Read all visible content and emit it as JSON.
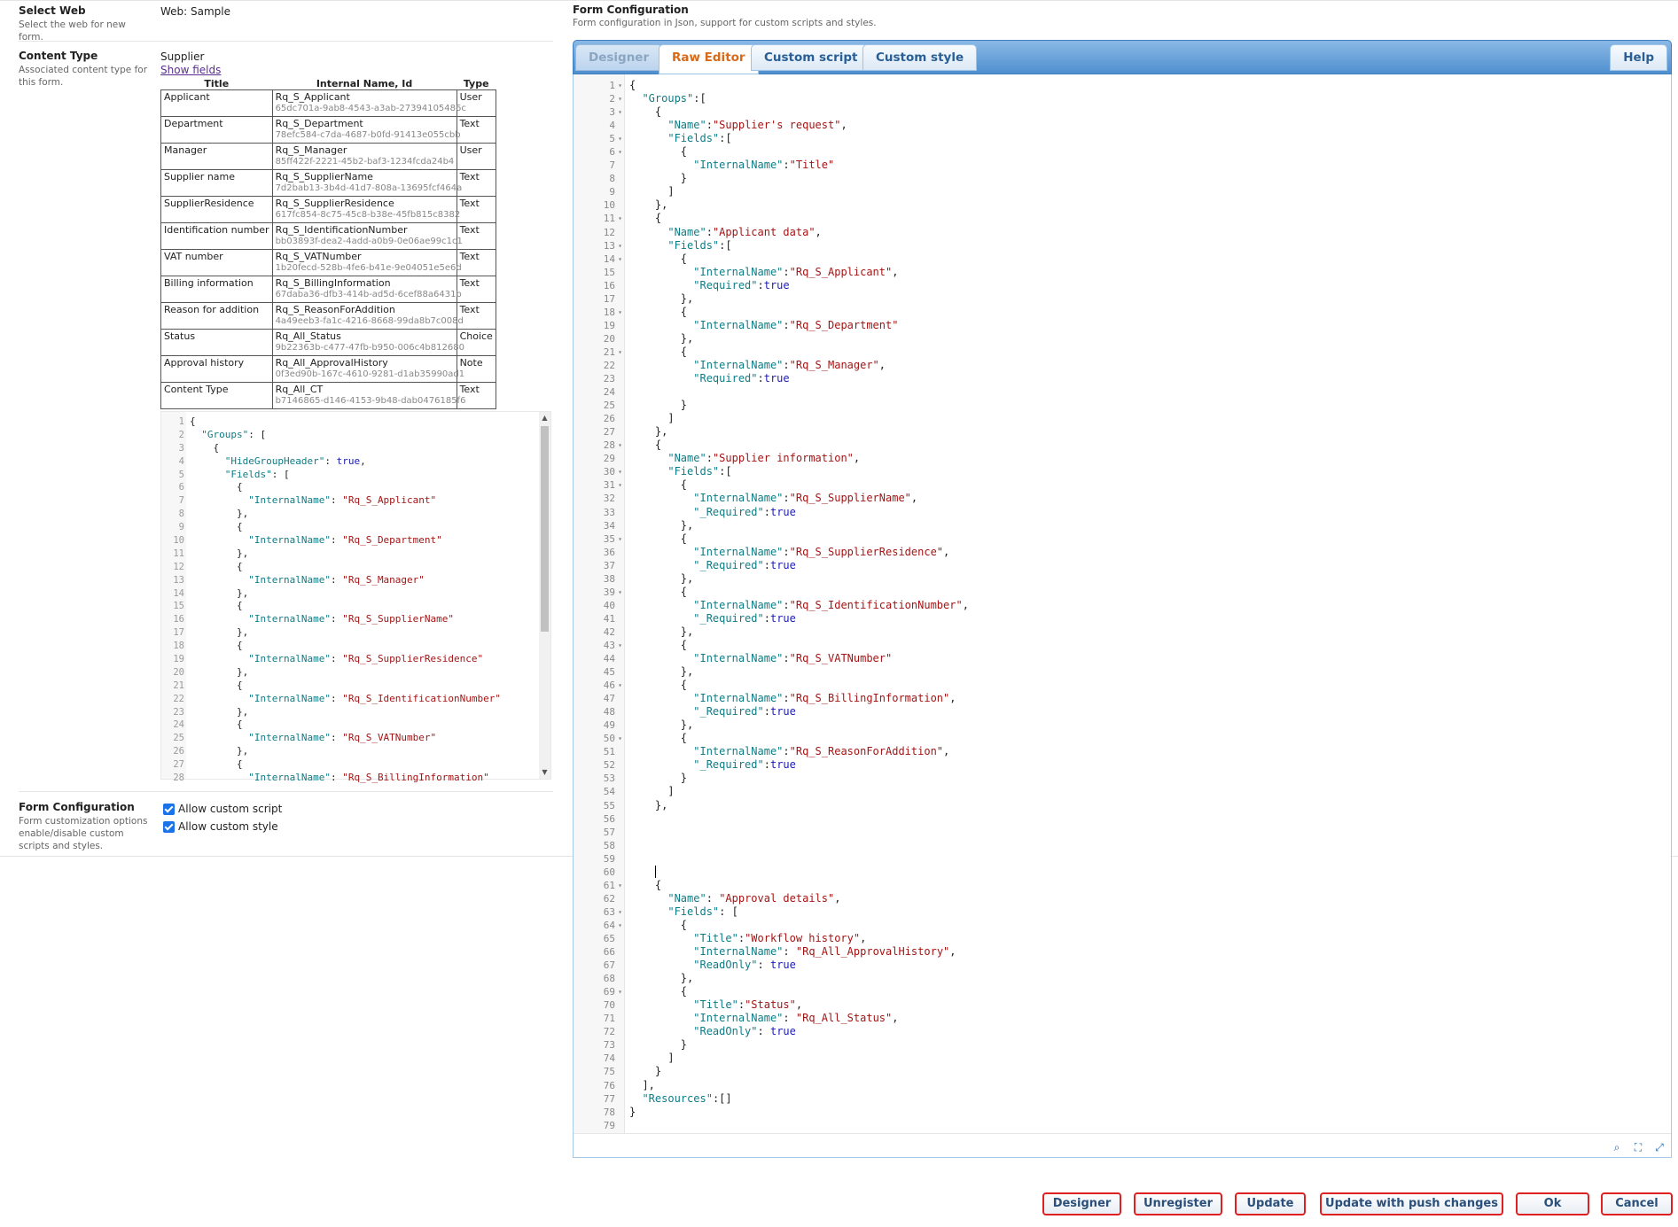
{
  "select_web": {
    "title": "Select Web",
    "description": "Select the web for new form.",
    "value": "Web: Sample"
  },
  "content_type": {
    "title": "Content Type",
    "description": "Associated content type for this form.",
    "name": "Supplier",
    "show_fields": "Show fields",
    "columns": [
      "Title",
      "Internal Name, Id",
      "Type"
    ],
    "rows": [
      {
        "title": "Applicant",
        "internal": "Rq_S_Applicant",
        "id": "65dc701a-9ab8-4543-a3ab-27394105486c",
        "type": "User"
      },
      {
        "title": "Department",
        "internal": "Rq_S_Department",
        "id": "78efc584-c7da-4687-b0fd-91413e055cbb",
        "type": "Text"
      },
      {
        "title": "Manager",
        "internal": "Rq_S_Manager",
        "id": "85ff422f-2221-45b2-baf3-1234fcda24b4",
        "type": "User"
      },
      {
        "title": "Supplier name",
        "internal": "Rq_S_SupplierName",
        "id": "7d2bab13-3b4d-41d7-808a-13695fcf464a",
        "type": "Text"
      },
      {
        "title": "SupplierResidence",
        "internal": "Rq_S_SupplierResidence",
        "id": "617fc854-8c75-45c8-b38e-45fb815c8382",
        "type": "Text"
      },
      {
        "title": "Identification number",
        "internal": "Rq_S_IdentificationNumber",
        "id": "bb03893f-dea2-4add-a0b9-0e06ae99c1c1",
        "type": "Text"
      },
      {
        "title": "VAT number",
        "internal": "Rq_S_VATNumber",
        "id": "1b20fecd-528b-4fe6-b41e-9e04051e5e6d",
        "type": "Text"
      },
      {
        "title": "Billing information",
        "internal": "Rq_S_BillingInformation",
        "id": "67daba36-dfb3-414b-ad5d-6cef88a6431b",
        "type": "Text"
      },
      {
        "title": "Reason for addition",
        "internal": "Rq_S_ReasonForAddition",
        "id": "4a49eeb3-fa1c-4216-8668-99da8b7c008d",
        "type": "Text"
      },
      {
        "title": "Status",
        "internal": "Rq_All_Status",
        "id": "9b22363b-c477-47fb-b950-006c4b812680",
        "type": "Choice"
      },
      {
        "title": "Approval history",
        "internal": "Rq_All_ApprovalHistory",
        "id": "0f3ed90b-167c-4610-9281-d1ab35990ad1",
        "type": "Note"
      },
      {
        "title": "Content Type",
        "internal": "Rq_All_CT",
        "id": "b7146865-d146-4153-9b48-dab0476185f6",
        "type": "Text"
      }
    ]
  },
  "preview_code": [
    "{",
    "  \"Groups\": [",
    "    {",
    "      \"HideGroupHeader\": true,",
    "      \"Fields\": [",
    "        {",
    "          \"InternalName\": \"Rq_S_Applicant\"",
    "        },",
    "        {",
    "          \"InternalName\": \"Rq_S_Department\"",
    "        },",
    "        {",
    "          \"InternalName\": \"Rq_S_Manager\"",
    "        },",
    "        {",
    "          \"InternalName\": \"Rq_S_SupplierName\"",
    "        },",
    "        {",
    "          \"InternalName\": \"Rq_S_SupplierResidence\"",
    "        },",
    "        {",
    "          \"InternalName\": \"Rq_S_IdentificationNumber\"",
    "        },",
    "        {",
    "          \"InternalName\": \"Rq_S_VATNumber\"",
    "        },",
    "        {",
    "          \"InternalName\": \"Rq_S_BillingInformation\""
  ],
  "form_config_left": {
    "title": "Form Configuration",
    "description": "Form customization options enable/disable custom scripts and styles.",
    "allow_script": "Allow custom script",
    "allow_style": "Allow custom style"
  },
  "form_config_right": {
    "title": "Form Configuration",
    "description": "Form configuration in Json, support for custom scripts and styles."
  },
  "tabs": {
    "designer": "Designer",
    "raw_editor": "Raw Editor",
    "custom_script": "Custom script",
    "custom_style": "Custom style",
    "help": "Help"
  },
  "editor_code": [
    "{",
    "  \"Groups\":[",
    "    {",
    "      \"Name\":\"Supplier's request\",",
    "      \"Fields\":[",
    "        {",
    "          \"InternalName\":\"Title\"",
    "        }",
    "      ]",
    "    },",
    "    {",
    "      \"Name\":\"Applicant data\",",
    "      \"Fields\":[",
    "        {",
    "          \"InternalName\":\"Rq_S_Applicant\",",
    "          \"Required\":true",
    "        },",
    "        {",
    "          \"InternalName\":\"Rq_S_Department\"",
    "        },",
    "        {",
    "          \"InternalName\":\"Rq_S_Manager\",",
    "          \"Required\":true",
    "",
    "        }",
    "      ]",
    "    },",
    "    {",
    "      \"Name\":\"Supplier information\",",
    "      \"Fields\":[",
    "        {",
    "          \"InternalName\":\"Rq_S_SupplierName\",",
    "          \"_Required\":true",
    "        },",
    "        {",
    "          \"InternalName\":\"Rq_S_SupplierResidence\",",
    "          \"_Required\":true",
    "        },",
    "        {",
    "          \"InternalName\":\"Rq_S_IdentificationNumber\",",
    "          \"_Required\":true",
    "        },",
    "        {",
    "          \"InternalName\":\"Rq_S_VATNumber\"",
    "        },",
    "        {",
    "          \"InternalName\":\"Rq_S_BillingInformation\",",
    "          \"_Required\":true",
    "        },",
    "        {",
    "          \"InternalName\":\"Rq_S_ReasonForAddition\",",
    "          \"_Required\":true",
    "        }",
    "      ]",
    "    },",
    "",
    "",
    "",
    "",
    "    |",
    "    {",
    "      \"Name\": \"Approval details\",",
    "      \"Fields\": [",
    "        {",
    "          \"Title\":\"Workflow history\",",
    "          \"InternalName\": \"Rq_All_ApprovalHistory\",",
    "          \"ReadOnly\": true",
    "        },",
    "        {",
    "          \"Title\":\"Status\",",
    "          \"InternalName\": \"Rq_All_Status\",",
    "          \"ReadOnly\": true",
    "        }",
    "      ]",
    "    }",
    "  ],",
    "  \"Resources\":[]",
    "}",
    ""
  ],
  "fold_lines": [
    1,
    2,
    3,
    5,
    6,
    11,
    13,
    14,
    18,
    21,
    28,
    30,
    31,
    35,
    39,
    43,
    46,
    50,
    61,
    63,
    64,
    69
  ],
  "buttons": {
    "designer": "Designer",
    "unregister": "Unregister",
    "update": "Update",
    "update_push": "Update with push changes",
    "ok": "Ok",
    "cancel": "Cancel"
  },
  "icons": {
    "search": "search-icon",
    "fullscreen": "fullscreen-icon",
    "expand": "expand-icon"
  },
  "colors": {
    "key": "#0e7c86",
    "string": "#a31515",
    "bool": "#1b1bb5",
    "accent_tab": "#d86a1a",
    "button_border": "#e02020"
  }
}
